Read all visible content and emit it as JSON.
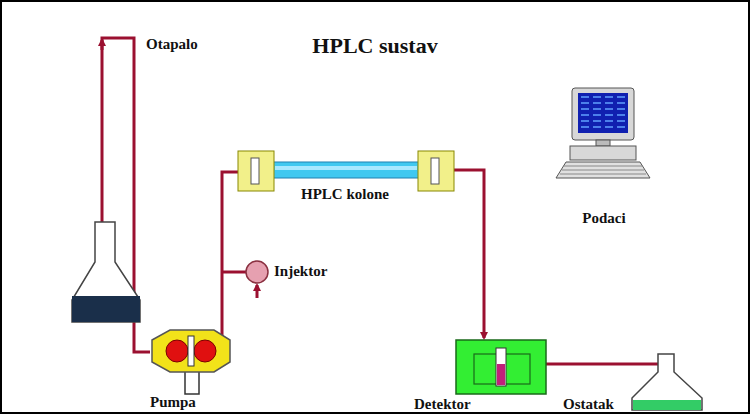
{
  "diagram": {
    "title": "HPLC sustav",
    "labels": [
      "Otapalo",
      "HPLC kolone",
      "Injektor",
      "Podaci",
      "Pumpa",
      "Detektor",
      "Ostatak"
    ]
  }
}
